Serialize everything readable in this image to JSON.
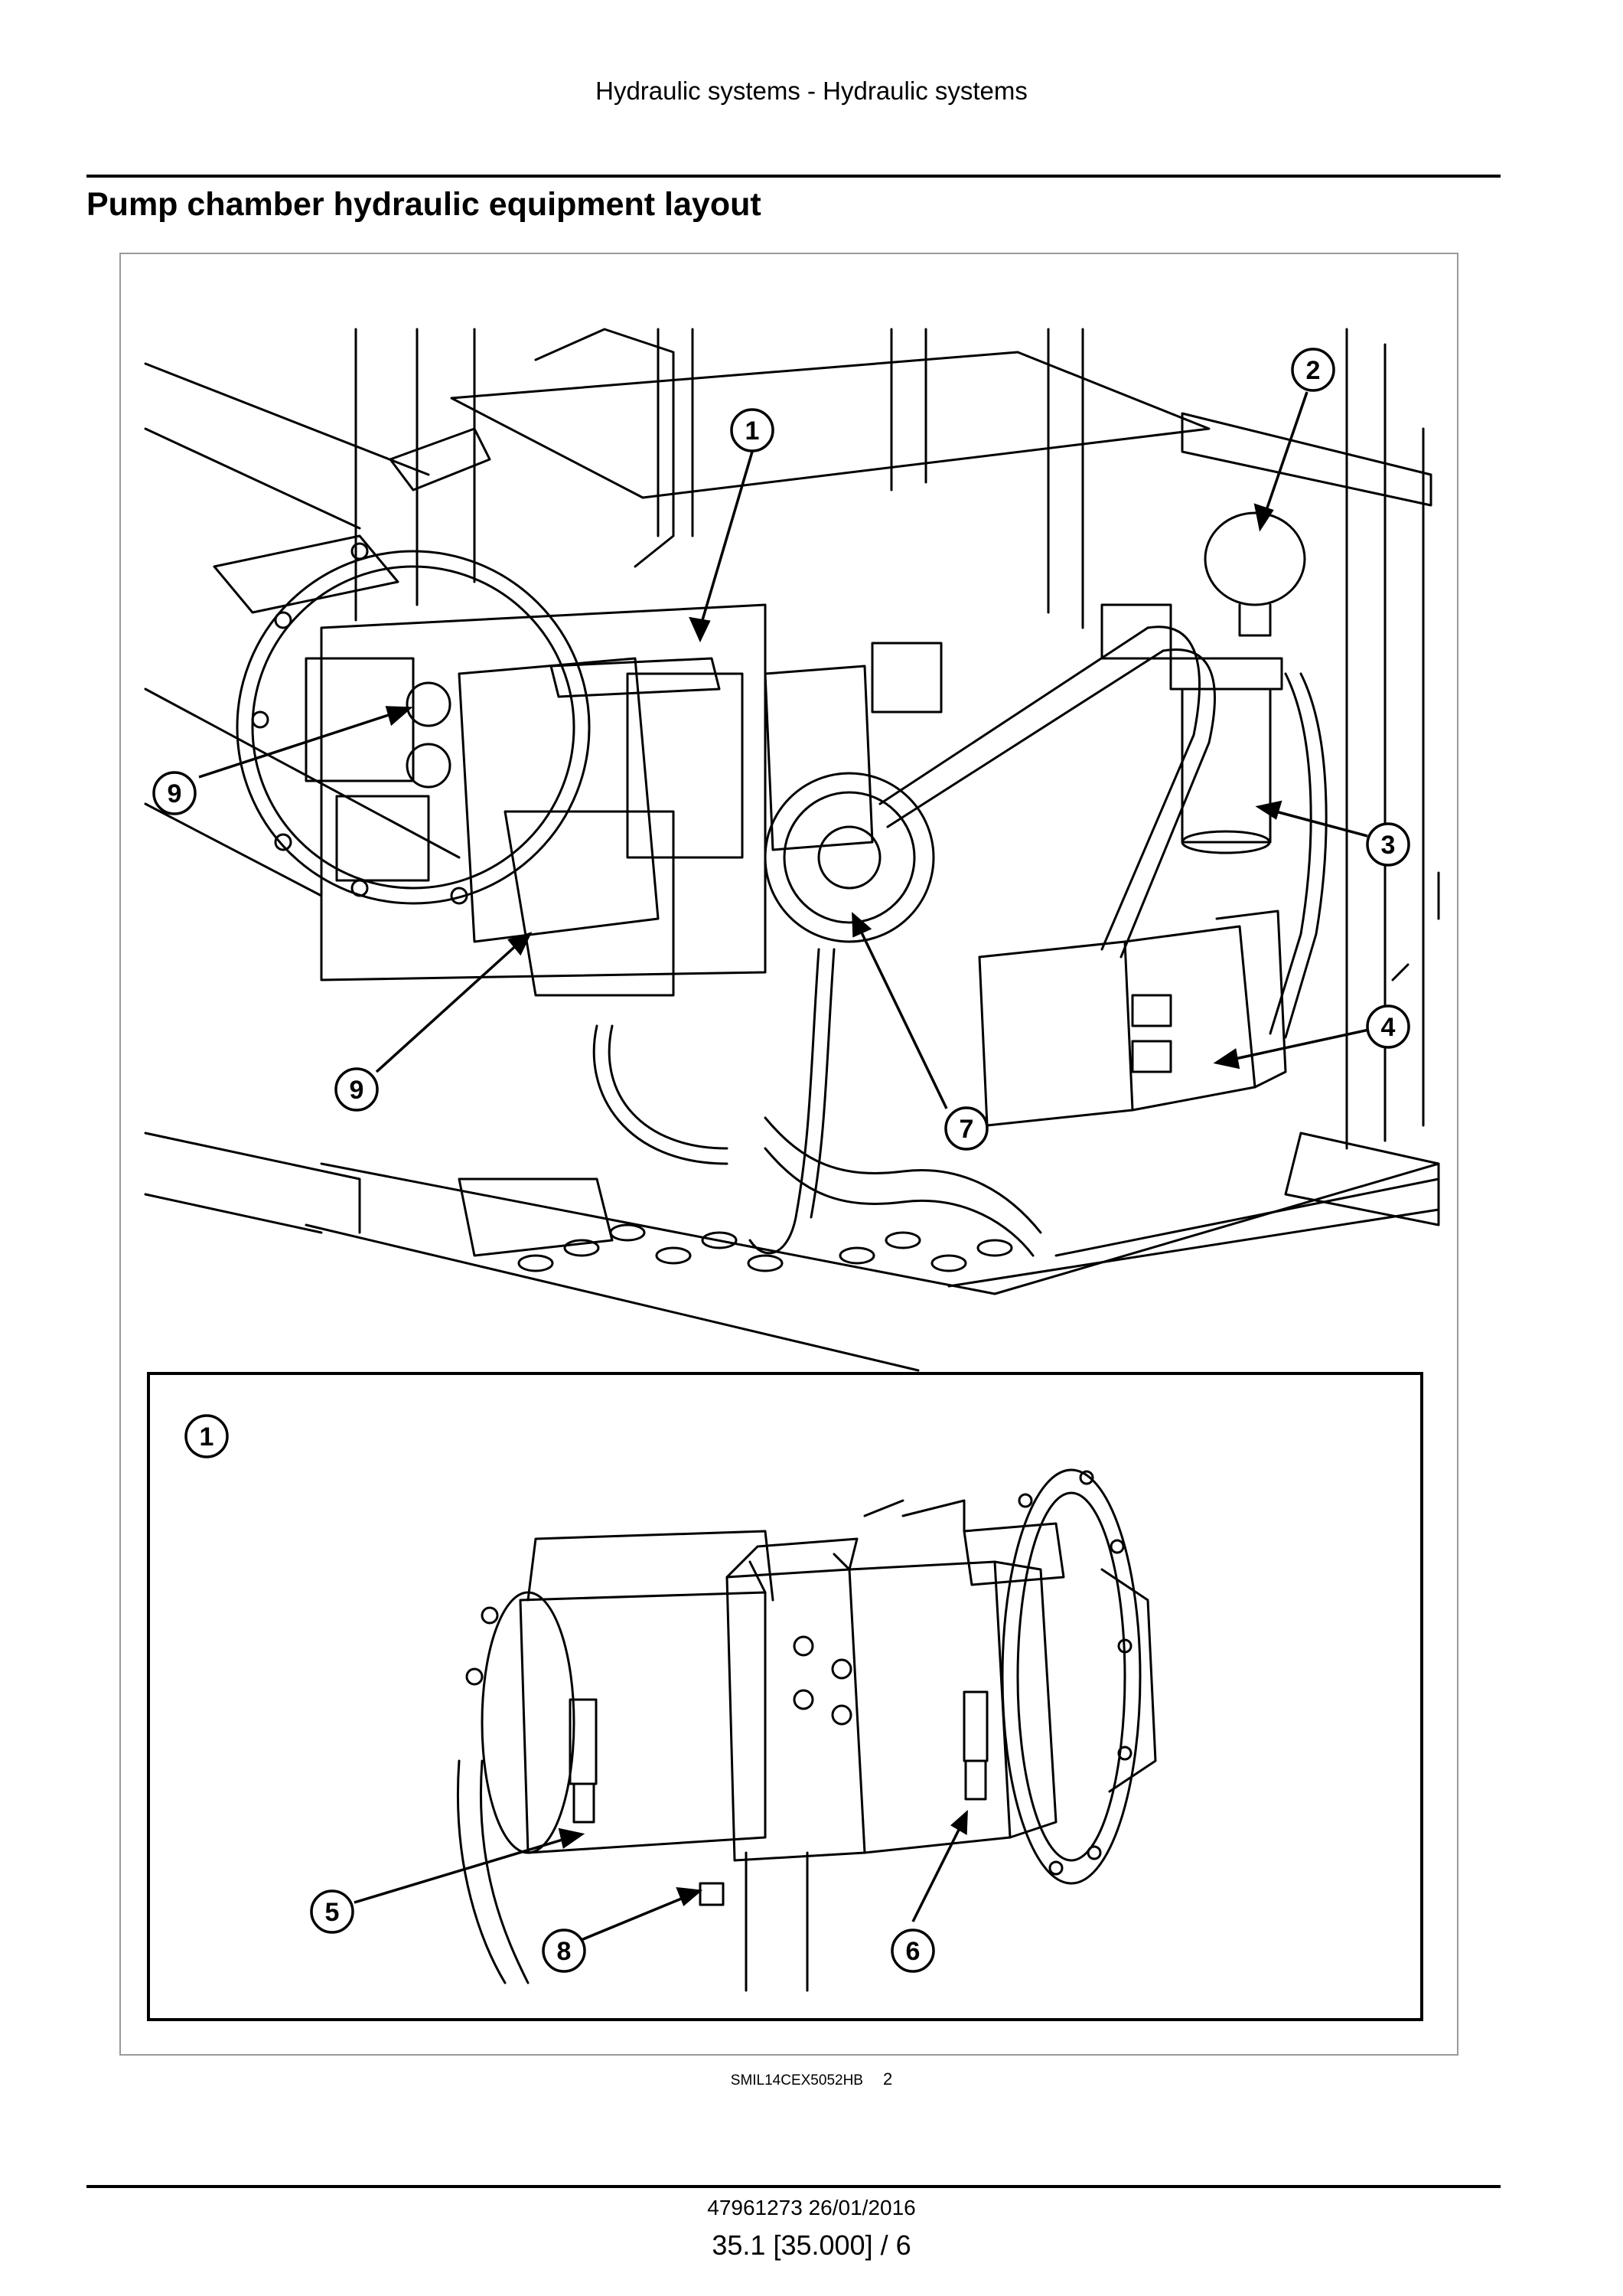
{
  "header": {
    "text": "Hydraulic systems - Hydraulic systems"
  },
  "title": "Pump chamber hydraulic equipment layout",
  "figure": {
    "callouts_main": [
      "1",
      "2",
      "3",
      "4",
      "7",
      "9",
      "9"
    ],
    "callouts_inset": [
      "1",
      "5",
      "6",
      "8"
    ],
    "caption_code": "SMIL14CEX5052HB",
    "caption_number": "2"
  },
  "footer": {
    "reference": "47961273 26/01/2016",
    "page": "35.1 [35.000] / 6"
  }
}
